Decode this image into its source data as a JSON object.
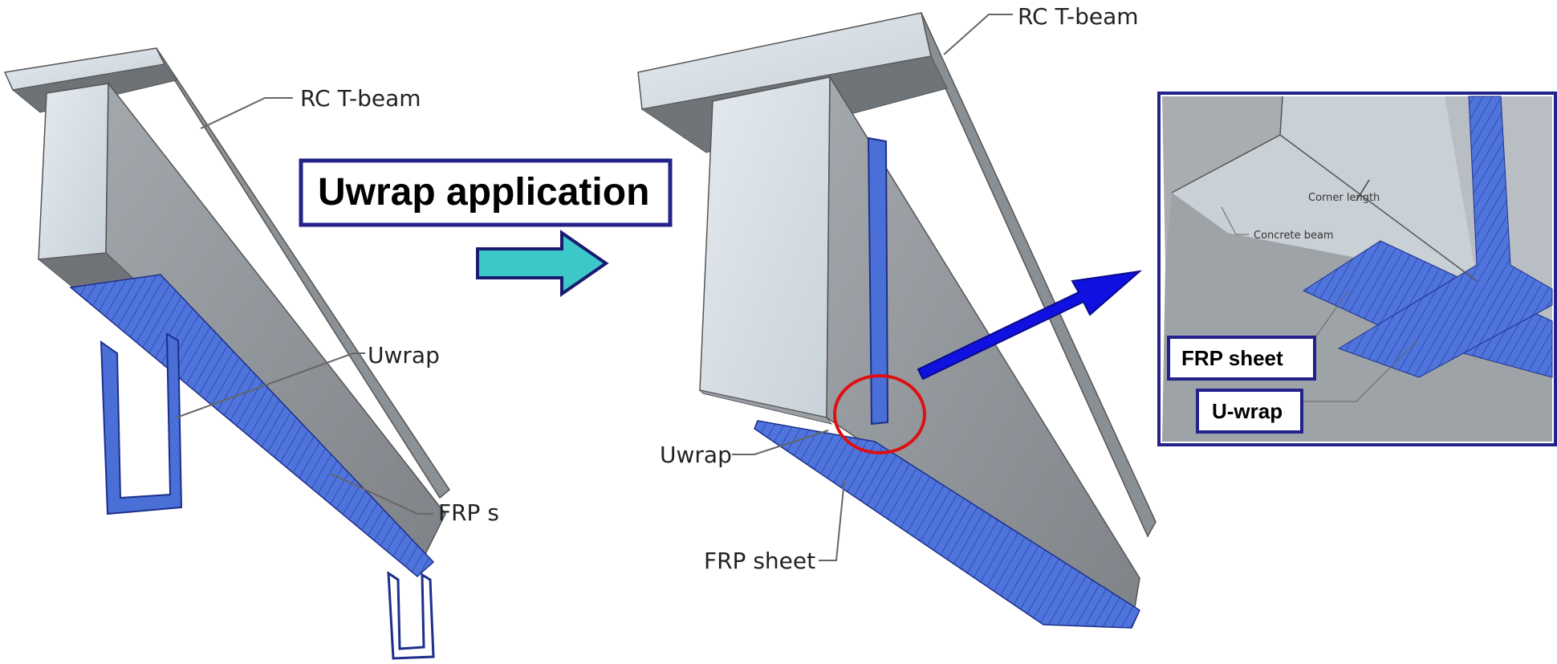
{
  "left_panel": {
    "label_rc_tbeam": "RC T-beam",
    "label_uwrap": "Uwrap",
    "label_frp": "FRP s"
  },
  "process": {
    "title": "Uwrap application"
  },
  "middle_panel": {
    "label_rc_tbeam": "RC T-beam",
    "label_uwrap": "Uwrap",
    "label_frp_sheet": "FRP sheet"
  },
  "detail_panel": {
    "label_corner_length": "Corner length",
    "label_concrete_beam": "Concrete beam",
    "label_frp_sheet": "FRP sheet",
    "label_u_wrap": "U-wrap"
  },
  "colors": {
    "frame": "#22228a",
    "concrete_light": "#d6dee6",
    "concrete_mid": "#9aa0a6",
    "concrete_dark": "#7c8086",
    "frp_blue": "#4a6fd6",
    "process_arrow": "#3cc8c8",
    "zoom_arrow": "#1010e0",
    "highlight_circle": "#dd1111"
  }
}
